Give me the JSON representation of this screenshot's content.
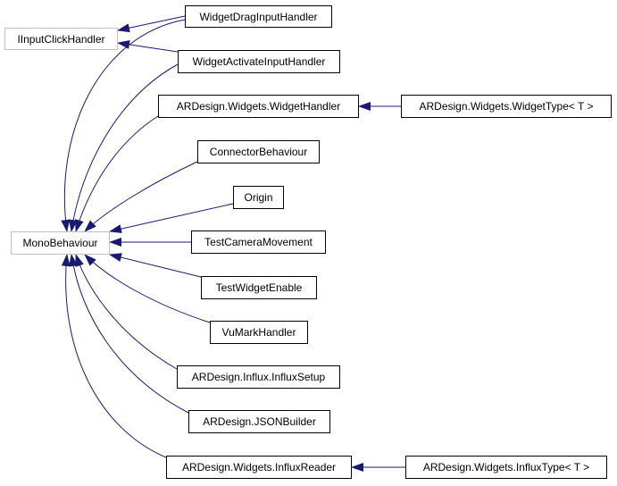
{
  "colors": {
    "edge": "#191970",
    "box_border": "#000000",
    "external_border": "#bfbfbf",
    "background": "#ffffff"
  },
  "nodes": {
    "iinputclickhandler": "IInputClickHandler",
    "monobehaviour": "MonoBehaviour",
    "widgetdraginputhandler": "WidgetDragInputHandler",
    "widgetactivateinputhandler": "WidgetActivateInputHandler",
    "widgethandler": "ARDesign.Widgets.WidgetHandler",
    "widgettype": "ARDesign.Widgets.WidgetType< T >",
    "connectorbehaviour": "ConnectorBehaviour",
    "origin": "Origin",
    "testcameramovement": "TestCameraMovement",
    "testwidgetenable": "TestWidgetEnable",
    "vumarkhandler": "VuMarkHandler",
    "influxsetup": "ARDesign.Influx.InfluxSetup",
    "jsonbuilder": "ARDesign.JSONBuilder",
    "influxreader": "ARDesign.Widgets.InfluxReader",
    "influxtype": "ARDesign.Widgets.InfluxType< T >"
  }
}
